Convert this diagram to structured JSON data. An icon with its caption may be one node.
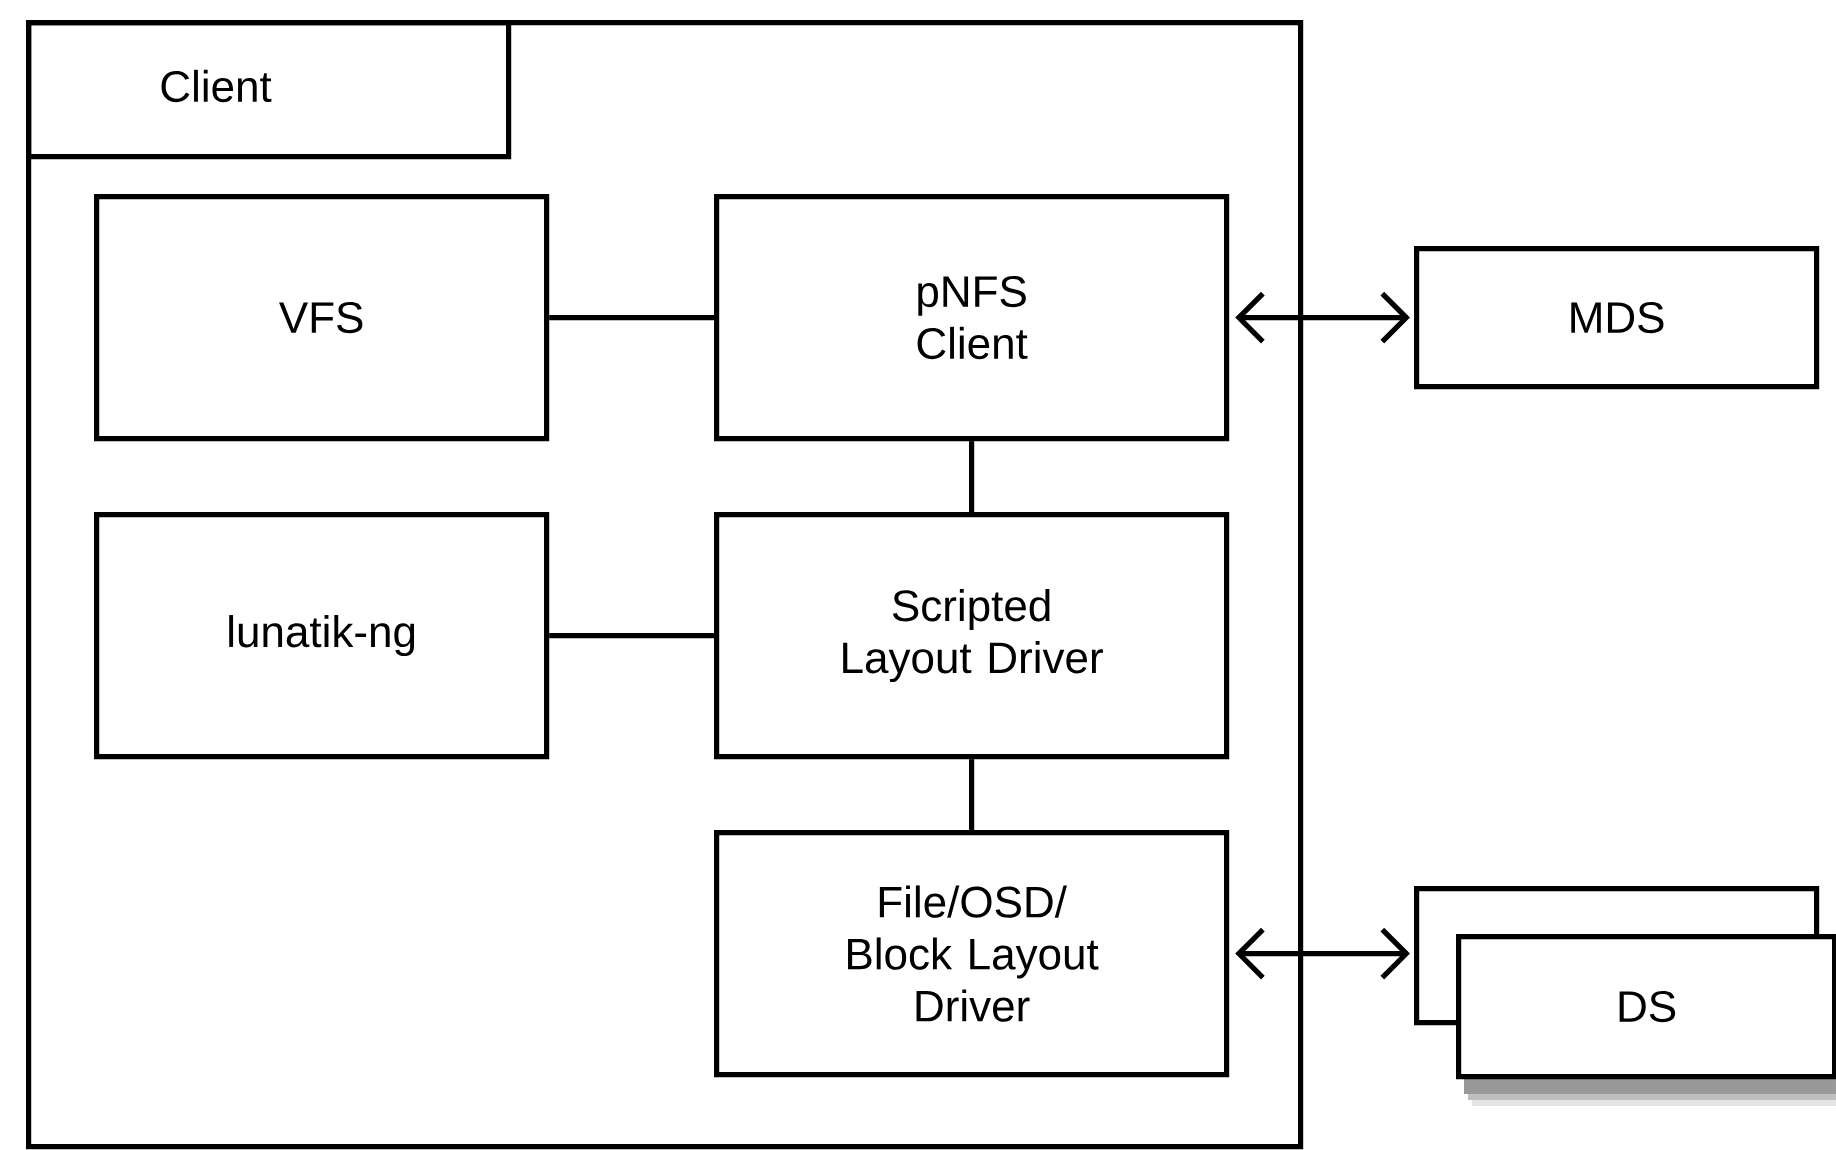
{
  "diagram": {
    "nodes": [
      {
        "text": [
          "Client"
        ]
      },
      {
        "text": [
          "VFS"
        ],
        "in": 0
      },
      {
        "text": [
          "pNFS Client"
        ],
        "in": 0
      },
      {
        "text": [
          "lunatik-ng"
        ],
        "in": 0
      },
      {
        "text": [
          "Scripted Layout Driver"
        ],
        "in": 0
      },
      {
        "text": [
          "File/OSD/ Block Layout Driver"
        ],
        "in": 0
      },
      {
        "text": [
          "MDS"
        ]
      },
      {
        "text": [],
        "shape": "box"
      },
      {
        "text": [
          "DS"
        ]
      }
    ],
    "edges": [
      {
        "from": 1,
        "to": 2,
        "arrow": "none"
      },
      {
        "from": 3,
        "to": 4,
        "arrow": "none"
      },
      {
        "from": 2,
        "to": 4,
        "arrow": "none"
      },
      {
        "from": 4,
        "to": 5,
        "arrow": "none"
      },
      {
        "from": 2,
        "to": 6,
        "arrow": "both"
      },
      {
        "from": 5,
        "to": 7,
        "arrow": "both"
      }
    ]
  }
}
